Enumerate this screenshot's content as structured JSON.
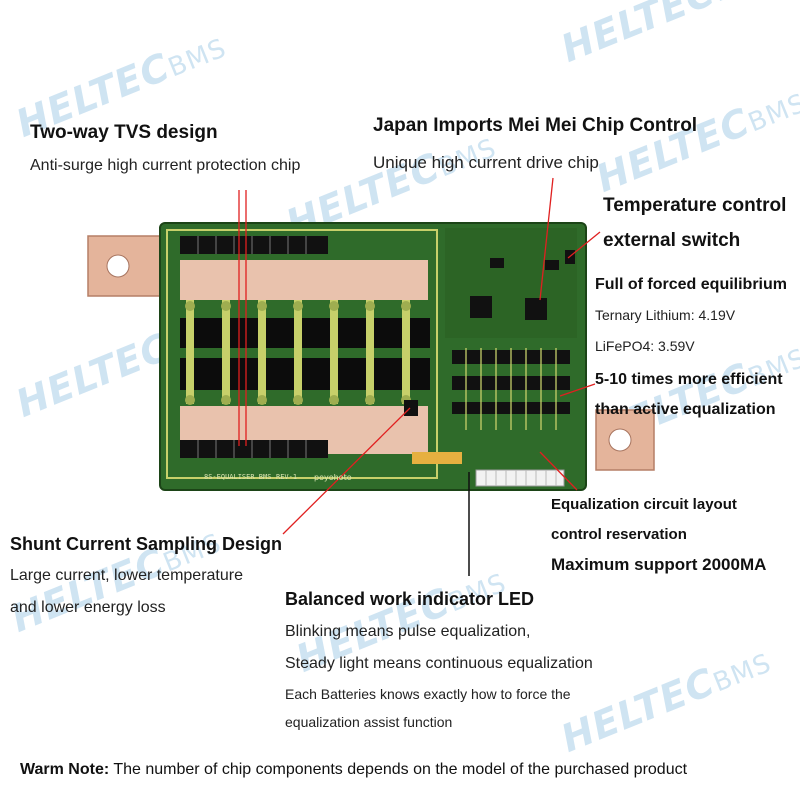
{
  "watermark": {
    "brand": "HELTEC",
    "suffix": "BMS"
  },
  "board": {
    "silkscreen_model": "8S-EQUALISER BMS",
    "silkscreen_rev": "REV-1",
    "silkscreen_brand": "poyohoto",
    "colors": {
      "pcb": "#2f6b2a",
      "copper": "#e7b79f",
      "mosfet": "#0c0c0c",
      "trace": "#c7d06a"
    }
  },
  "callouts": {
    "tvs": {
      "title": "Two-way TVS design",
      "desc": "Anti-surge high current protection chip"
    },
    "chip": {
      "title": "Japan Imports Mei Mei Chip Control",
      "desc": "Unique high current drive chip"
    },
    "temp": {
      "title_line1": "Temperature control",
      "title_line2": "external switch"
    },
    "equilibrium": {
      "title": "Full of forced equilibrium",
      "line1": "Ternary Lithium: 4.19V",
      "line2": "LiFePO4: 3.59V"
    },
    "efficient": {
      "line1": "5-10 times more efficient",
      "line2": "than active equalization"
    },
    "layout": {
      "line1": "Equalization circuit layout",
      "line2": "control reservation",
      "line3": "Maximum support 2000MA"
    },
    "shunt": {
      "title": "Shunt Current Sampling Design",
      "line1": "Large current, lower temperature",
      "line2": "and lower energy loss"
    },
    "led": {
      "title": "Balanced work indicator LED",
      "line1": "Blinking means pulse equalization,",
      "line2": "Steady light means continuous equalization",
      "line3": "Each Batteries knows exactly how to force the",
      "line4": "equalization assist function"
    }
  },
  "note": {
    "label": "Warm Note:",
    "text": " The number of chip components depends on the model of the purchased product"
  }
}
